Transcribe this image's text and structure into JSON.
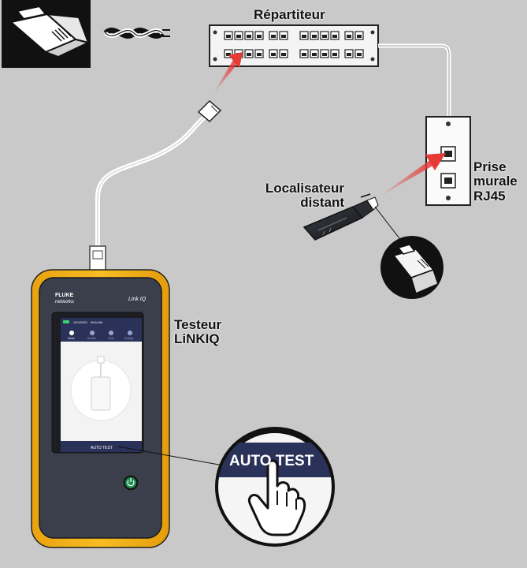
{
  "labels": {
    "repartiteur": "Répartiteur",
    "prise_line1": "Prise",
    "prise_line2": "murale",
    "prise_line3": "RJ45",
    "localisateur_line1": "Localisateur",
    "localisateur_line2": "distant",
    "testeur_line1": "Testeur",
    "testeur_line2": "LiNKIQ"
  },
  "tester": {
    "brand": "FLUKE",
    "brand_sub": "networks",
    "model": "Link IQ",
    "status_date": "10/14/2021",
    "status_time": "09:44 AM",
    "tabs": [
      "Home",
      "Results",
      "Tools",
      "Settings"
    ],
    "auto_test_label": "AUTO TEST"
  },
  "callout": {
    "auto_test_label": "AUTO TEST"
  },
  "colors": {
    "background": "#c9c9c9",
    "tester_body": "#f2b316",
    "tester_frame": "#3a3f4b",
    "screen_bar": "#2b3259",
    "arrow_red": "#e63a35",
    "power_button": "#1f8c4f"
  }
}
